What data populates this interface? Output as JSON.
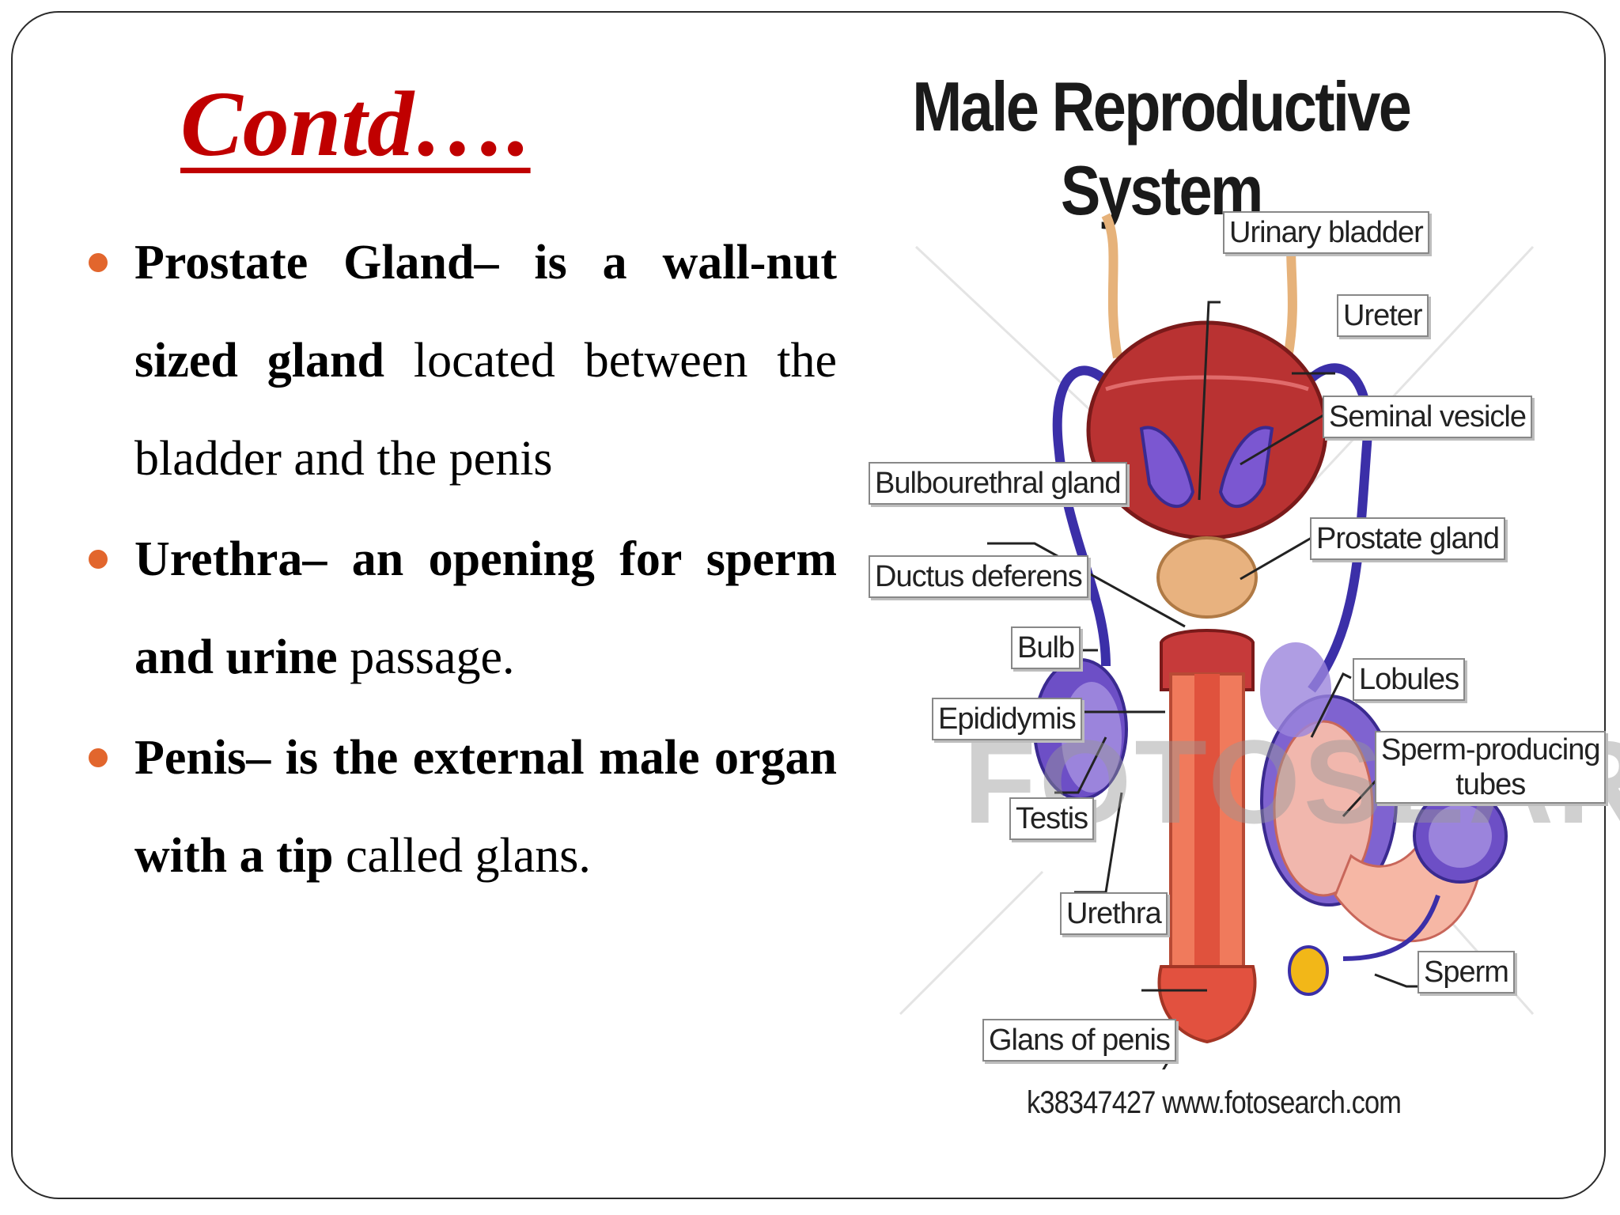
{
  "slide": {
    "title": "Contd….",
    "bullets": [
      {
        "bold": "Prostate Gland– is a wall-nut sized gland",
        "rest": " located between the bladder and the penis"
      },
      {
        "bold": "Urethra– an opening for sperm and urine",
        "rest": " passage."
      },
      {
        "bold": "Penis– is the external male organ with a tip",
        "rest": " called glans."
      }
    ],
    "colors": {
      "title": "#c00000",
      "bullet": "#e2662d",
      "frame": "#2b2b2b"
    }
  },
  "figure": {
    "title": "Male Reproductive System",
    "watermark": "FOTOSEARCH",
    "credit": "k38347427  www.fotosearch.com",
    "labels": {
      "urinary_bladder": "Urinary bladder",
      "ureter": "Ureter",
      "seminal_vesicle": "Seminal vesicle",
      "bulbourethral_gland": "Bulbourethral gland",
      "prostate_gland": "Prostate gland",
      "ductus_deferens": "Ductus deferens",
      "bulb": "Bulb",
      "lobules": "Lobules",
      "epididymis": "Epididymis",
      "sperm_producing": "Sperm-producing",
      "tubes": "tubes",
      "testis": "Testis",
      "urethra": "Urethra",
      "sperm": "Sperm",
      "glans_of_penis": "Glans of penis"
    }
  }
}
